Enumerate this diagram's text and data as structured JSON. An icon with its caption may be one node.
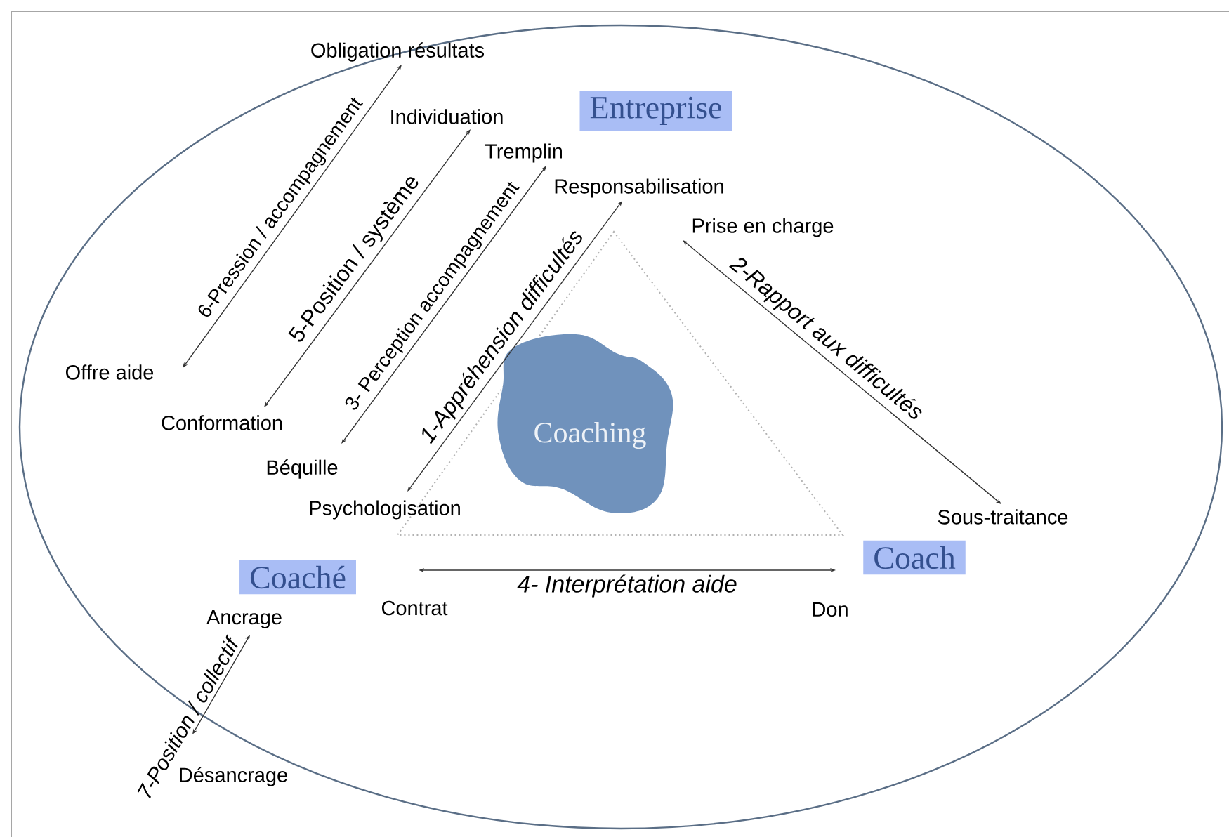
{
  "diagram": {
    "nodes": [
      {
        "text": [
          "Entreprise"
        ]
      },
      {
        "text": [
          "Coaché"
        ]
      },
      {
        "text": [
          "Coach"
        ]
      },
      {
        "text": [
          "Coaching"
        ]
      },
      {
        "text": [
          "Obligation résultats"
        ]
      },
      {
        "text": [
          "Individuation"
        ]
      },
      {
        "text": [
          "Tremplin"
        ]
      },
      {
        "text": [
          "Responsabilisation"
        ]
      },
      {
        "text": [
          "Prise en charge"
        ]
      },
      {
        "text": [
          "Offre aide"
        ]
      },
      {
        "text": [
          "Conformation"
        ]
      },
      {
        "text": [
          "Béquille"
        ]
      },
      {
        "text": [
          "Psychologisation"
        ]
      },
      {
        "text": [
          "Sous-traitance"
        ]
      },
      {
        "text": [
          "Contrat"
        ]
      },
      {
        "text": [
          "Don"
        ]
      },
      {
        "text": [
          "Ancrage"
        ]
      },
      {
        "text": [
          "Désancrage"
        ]
      }
    ],
    "edges": [
      {
        "from": 9,
        "to": 4,
        "arrow": "both",
        "label": "6-Pression / accompagnement"
      },
      {
        "from": 10,
        "to": 5,
        "arrow": "both",
        "label": "5-Position / système"
      },
      {
        "from": 11,
        "to": 6,
        "arrow": "both",
        "label": "3- Perception accompagnement"
      },
      {
        "from": 12,
        "to": 7,
        "arrow": "both",
        "label": "1-Appréhension difficultés"
      },
      {
        "from": 8,
        "to": 13,
        "arrow": "both",
        "label": "2-Rapport aux difficultés"
      },
      {
        "from": 14,
        "to": 15,
        "arrow": "both",
        "label": "4- Interprétation aide"
      },
      {
        "from": 16,
        "to": 17,
        "arrow": "both",
        "label": "7-Position / collectif"
      }
    ]
  }
}
